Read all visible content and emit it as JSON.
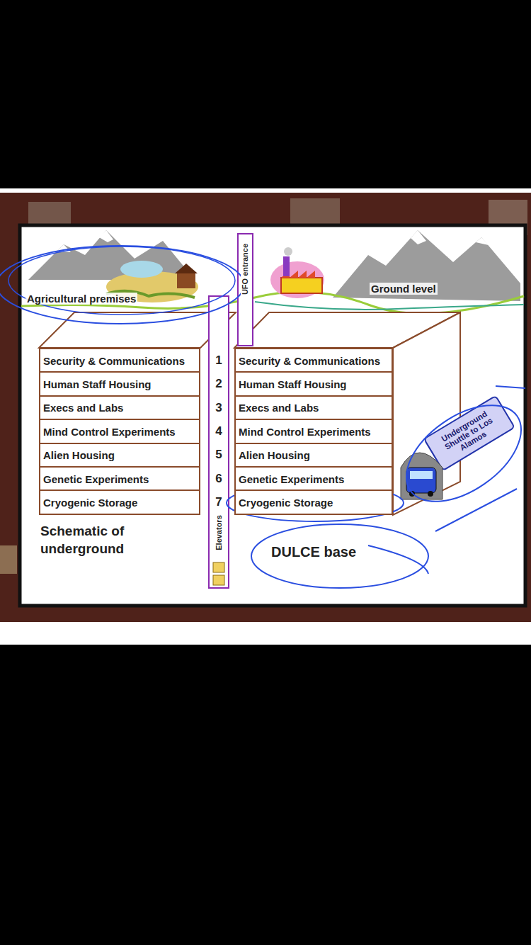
{
  "diagram": {
    "nodes": [
      {
        "text": [
          "Security & Communications"
        ]
      },
      {
        "text": [
          "Human Staff Housing"
        ]
      },
      {
        "text": [
          "Execs and Labs"
        ]
      },
      {
        "text": [
          "Mind Control Experiments"
        ]
      },
      {
        "text": [
          "Alien Housing"
        ]
      },
      {
        "text": [
          "Genetic Experiments"
        ]
      },
      {
        "text": [
          "Cryogenic Storage"
        ]
      },
      {
        "text": [
          "Security & Communications"
        ]
      },
      {
        "text": [
          "Human Staff Housing"
        ]
      },
      {
        "text": [
          "Execs and Labs"
        ]
      },
      {
        "text": [
          "Mind Control Experiments"
        ]
      },
      {
        "text": [
          "Alien Housing"
        ]
      },
      {
        "text": [
          "Genetic Experiments"
        ]
      },
      {
        "text": [
          "Cryogenic Storage"
        ]
      }
    ],
    "labels": [
      "Agricultural premises",
      "Ground level",
      "UFO entrance",
      "1",
      "2",
      "3",
      "4",
      "5",
      "6",
      "7",
      "Elevators",
      "Schematic of underground",
      "DULCE base",
      "Underground Shuttle to Los Alamos"
    ]
  }
}
